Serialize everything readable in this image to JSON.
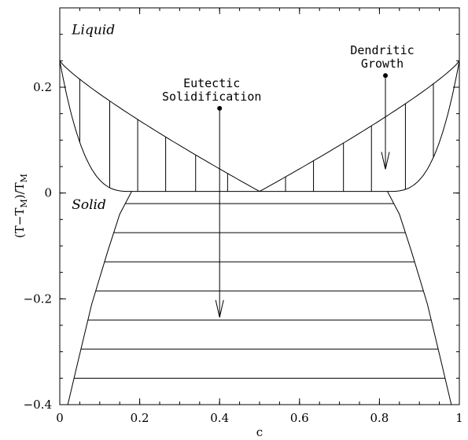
{
  "chart_data": {
    "type": "phase-diagram",
    "xlabel": "c",
    "ylabel_parts": {
      "open": "(T−T",
      "sub1": "M",
      "mid": ")/T",
      "sub2": "M"
    },
    "xlim": [
      0,
      1
    ],
    "ylim": [
      -0.4,
      0.35
    ],
    "x_ticks": [
      {
        "value": 0,
        "label": "0"
      },
      {
        "value": 0.2,
        "label": "0.2"
      },
      {
        "value": 0.4,
        "label": "0.4"
      },
      {
        "value": 0.6,
        "label": "0.6"
      },
      {
        "value": 0.8,
        "label": "0.8"
      },
      {
        "value": 1,
        "label": "1"
      }
    ],
    "y_ticks": [
      {
        "value": -0.4,
        "label": "−0.4"
      },
      {
        "value": -0.2,
        "label": "−0.2"
      },
      {
        "value": 0,
        "label": "0"
      },
      {
        "value": 0.2,
        "label": "0.2"
      }
    ],
    "regions": [
      {
        "name": "Liquid",
        "x": 0.03,
        "y": 0.3
      },
      {
        "name": "Solid",
        "x": 0.03,
        "y": -0.03
      }
    ],
    "liquidus": {
      "x_end": 0.5,
      "y_start": 0.25,
      "y_end": 0.003
    },
    "solidus": {
      "y_flat": 0.003,
      "left_x": [
        0.02,
        0.045,
        0.08,
        0.12,
        0.15,
        0.18
      ],
      "left_y": [
        -0.4,
        -0.32,
        -0.21,
        -0.11,
        -0.04,
        0.003
      ],
      "right_x": [
        0.82,
        0.85,
        0.88,
        0.92,
        0.955,
        0.98
      ],
      "right_y": [
        0.003,
        -0.04,
        -0.11,
        -0.21,
        -0.32,
        -0.4
      ]
    },
    "inner_boundary": {
      "left_x_end": 0.18,
      "right_x_start": 0.82,
      "y_bottom": 0.003
    },
    "vertical_hatch_x": [
      0.05,
      0.125,
      0.195,
      0.265,
      0.34,
      0.42,
      0.565,
      0.635,
      0.71,
      0.78,
      0.865,
      0.935
    ],
    "horizontal_hatch_y": [
      -0.02,
      -0.075,
      -0.13,
      -0.185,
      -0.24,
      -0.295,
      -0.35
    ],
    "annotations": [
      {
        "lines": [
          "Eutectic",
          "Solidification"
        ],
        "x": 0.4,
        "y_top": 0.16,
        "y_bottom": -0.235
      },
      {
        "lines": [
          "Dendritic",
          "Growth"
        ],
        "x": 0.815,
        "y_top": 0.222,
        "y_bottom": 0.045
      }
    ]
  }
}
